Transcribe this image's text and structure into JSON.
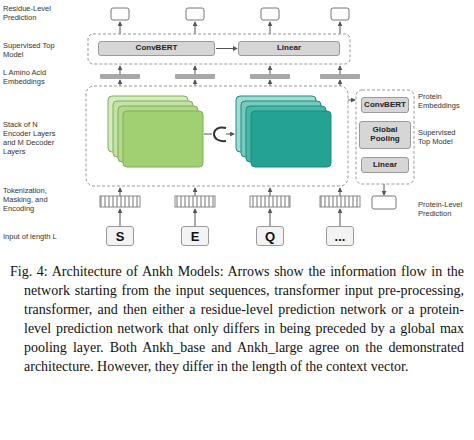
{
  "diagram": {
    "caption": "Fig. 4: Architecture of Ankh Models: Arrows show the information flow in the network starting from the input sequences, transformer input pre-processing, transformer, and then either a residue-level prediction network or a protein-level prediction network that only differs in being preceded by a global max pooling layer. Both Ankh_base and Ankh_large agree on the demonstrated architecture. However, they differ in the length of the context vector.",
    "nodes": [
      {
        "text": [
          "ConvBERT"
        ]
      },
      {
        "text": [
          "Linear"
        ]
      },
      {
        "text": [
          "ConvBERT"
        ]
      },
      {
        "text": [
          "Global Pooling"
        ]
      },
      {
        "text": [
          "Linear"
        ]
      },
      {
        "text": [
          "S"
        ]
      },
      {
        "text": [
          "E"
        ]
      },
      {
        "text": [
          "Q"
        ]
      },
      {
        "text": [
          "..."
        ]
      }
    ],
    "edges": [
      {
        "from": 0,
        "to": 1,
        "arrow": "to"
      }
    ],
    "labels": [
      "Residue-Level Prediction",
      "Supervised Top Model",
      "L Amino Acid Embeddings",
      "Protein Embeddings",
      "Stack of N Encoder Layers and M Decoder Layers",
      "Supervised Top Model",
      "Tokenization, Masking, and Encoding",
      "Protein-Level Prediction",
      "Input of length L"
    ]
  }
}
